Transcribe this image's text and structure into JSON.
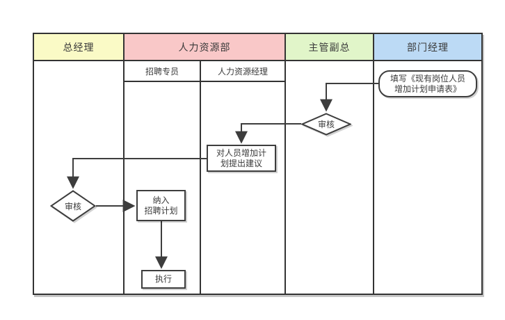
{
  "diagram": {
    "type": "swimlane-flowchart",
    "line_color": "#3d3d3d",
    "border_color": "#333333",
    "lanes": [
      {
        "id": "general-manager",
        "label": "总经理",
        "color": "#fafac6"
      },
      {
        "id": "hr-department",
        "label": "人力资源部",
        "color": "#f9c8c8",
        "sub_lanes": [
          {
            "id": "recruitment-specialist",
            "label": "招聘专员"
          },
          {
            "id": "hr-manager",
            "label": "人力资源经理"
          }
        ]
      },
      {
        "id": "vice-president",
        "label": "主管副总",
        "color": "#e1f5c9"
      },
      {
        "id": "department-manager",
        "label": "部门经理",
        "color": "#bcdaf5"
      }
    ],
    "nodes": {
      "fill_form": {
        "type": "start-rounded",
        "lane": "department-manager",
        "lines": [
          "填写《现有岗位人员",
          "增加计划申请表》"
        ]
      },
      "vp_review": {
        "type": "decision",
        "lane": "vice-president",
        "label": "审核"
      },
      "hr_suggest": {
        "type": "process",
        "lane": "hr-manager",
        "lines": [
          "对人员增加计",
          "划提出建议"
        ]
      },
      "gm_review": {
        "type": "decision",
        "lane": "general-manager",
        "label": "审核"
      },
      "include_plan": {
        "type": "process",
        "lane": "recruitment-specialist",
        "lines": [
          "纳入",
          "招聘计划"
        ]
      },
      "execute": {
        "type": "process",
        "lane": "recruitment-specialist",
        "label": "执行"
      }
    }
  }
}
